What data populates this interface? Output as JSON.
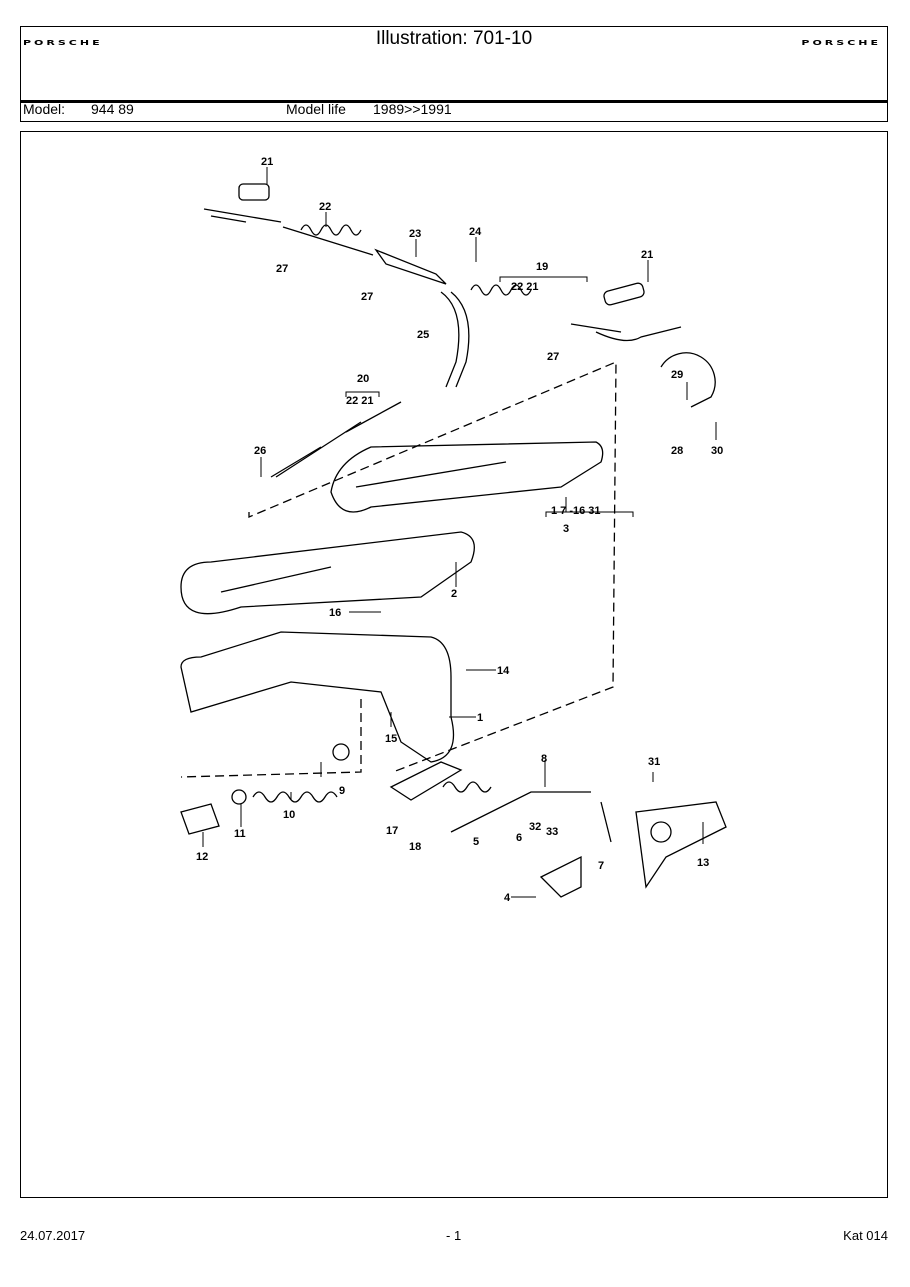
{
  "header": {
    "brand_left": "PORSCHE",
    "brand_right": "PORSCHE",
    "title": "Illustration: 701-10",
    "model_label": "Model:",
    "model_value": "944 89",
    "model_life_label": "Model life",
    "model_life_value": "1989>>1991"
  },
  "diagram": {
    "callouts": [
      "1",
      "2",
      "3",
      "4",
      "5",
      "6",
      "7",
      "8",
      "9",
      "10",
      "11",
      "12",
      "13",
      "14",
      "15",
      "16",
      "17",
      "18",
      "19",
      "20",
      "21",
      "22",
      "23",
      "24",
      "25",
      "26",
      "27",
      "28",
      "29",
      "30",
      "31",
      "32",
      "33"
    ],
    "group_labels": {
      "group_3": "1   7 -16  31",
      "group_19": "22   21",
      "group_20": "22 21"
    }
  },
  "footer": {
    "date": "24.07.2017",
    "page": "- 1",
    "catalog": "Kat 014"
  }
}
